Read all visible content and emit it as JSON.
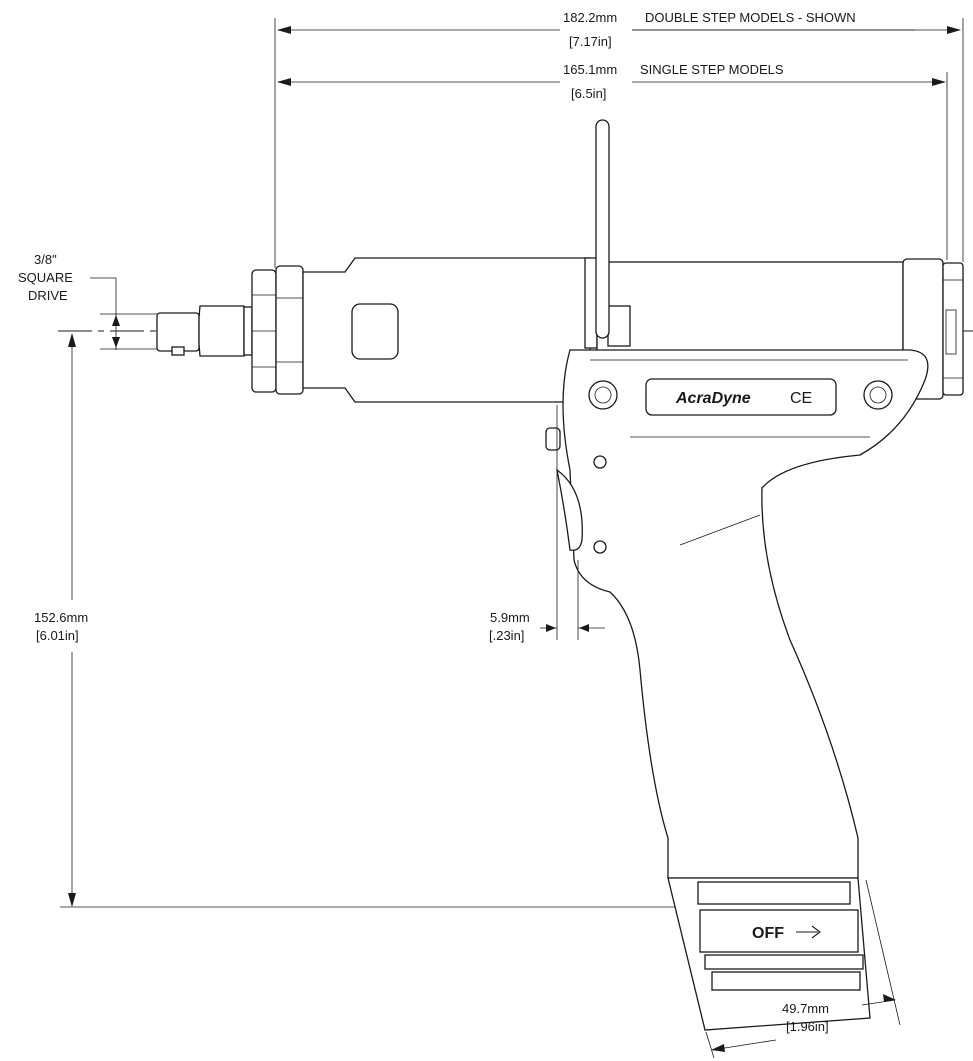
{
  "dimensions": {
    "double_step": {
      "metric": "182.2mm",
      "imperial": "[7.17in]",
      "note": "DOUBLE STEP MODELS - SHOWN"
    },
    "single_step": {
      "metric": "165.1mm",
      "imperial": "[6.5in]",
      "note": "SINGLE STEP MODELS"
    },
    "square_drive": {
      "line1": "3/8\"",
      "line2": "SQUARE",
      "line3": "DRIVE"
    },
    "height": {
      "metric": "152.6mm",
      "imperial": "[6.01in]"
    },
    "trigger_gap": {
      "metric": "5.9mm",
      "imperial": "[.23in]"
    },
    "base_width": {
      "metric": "49.7mm",
      "imperial": "[1.96in]"
    }
  },
  "markings": {
    "brand": "AcraDyne",
    "cert": "CE",
    "switch": "OFF"
  }
}
